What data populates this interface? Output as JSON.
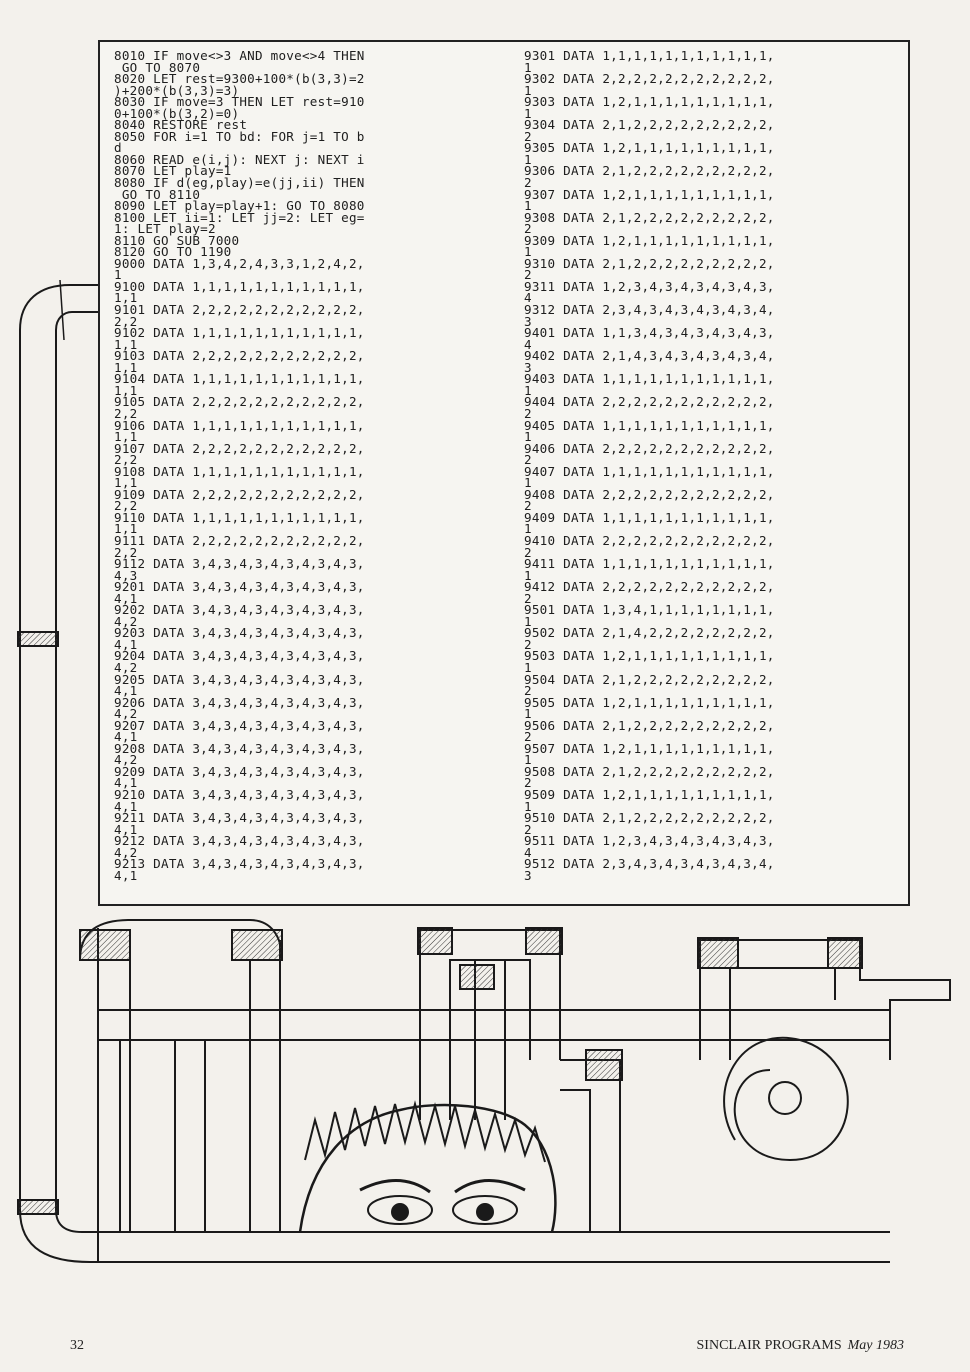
{
  "listing": {
    "left_column": [
      "8010 IF move<>3 AND move<>4 THEN",
      " GO TO 8070",
      "8020 LET rest=9300+100*(b(3,3)=2",
      ")+200*(b(3,3)=3)",
      "8030 IF move=3 THEN LET rest=910",
      "0+100*(b(3,2)=0)",
      "8040 RESTORE rest",
      "8050 FOR i=1 TO bd: FOR j=1 TO b",
      "d",
      "8060 READ e(i,j): NEXT j: NEXT i",
      "8070 LET play=1",
      "8080 IF d(eg,play)=e(jj,ii) THEN",
      " GO TO 8110",
      "8090 LET play=play+1: GO TO 8080",
      "8100 LET ii=1: LET jj=2: LET eg=",
      "1: LET play=2",
      "8110 GO SUB 7000",
      "8120 GO TO 1190",
      "9000 DATA 1,3,4,2,4,3,3,1,2,4,2,",
      "1",
      "9100 DATA 1,1,1,1,1,1,1,1,1,1,1,",
      "1,1",
      "9101 DATA 2,2,2,2,2,2,2,2,2,2,2,",
      "2,2",
      "9102 DATA 1,1,1,1,1,1,1,1,1,1,1,",
      "1,1",
      "9103 DATA 2,2,2,2,2,2,2,2,2,2,2,",
      "1,1",
      "9104 DATA 1,1,1,1,1,1,1,1,1,1,1,",
      "1,1",
      "9105 DATA 2,2,2,2,2,2,2,2,2,2,2,",
      "2,2",
      "9106 DATA 1,1,1,1,1,1,1,1,1,1,1,",
      "1,1",
      "9107 DATA 2,2,2,2,2,2,2,2,2,2,2,",
      "2,2",
      "9108 DATA 1,1,1,1,1,1,1,1,1,1,1,",
      "1,1",
      "9109 DATA 2,2,2,2,2,2,2,2,2,2,2,",
      "2,2",
      "9110 DATA 1,1,1,1,1,1,1,1,1,1,1,",
      "1,1",
      "9111 DATA 2,2,2,2,2,2,2,2,2,2,2,",
      "2,2",
      "9112 DATA 3,4,3,4,3,4,3,4,3,4,3,",
      "4,3",
      "9201 DATA 3,4,3,4,3,4,3,4,3,4,3,",
      "4,1",
      "9202 DATA 3,4,3,4,3,4,3,4,3,4,3,",
      "4,2",
      "9203 DATA 3,4,3,4,3,4,3,4,3,4,3,",
      "4,1",
      "9204 DATA 3,4,3,4,3,4,3,4,3,4,3,",
      "4,2",
      "9205 DATA 3,4,3,4,3,4,3,4,3,4,3,",
      "4,1",
      "9206 DATA 3,4,3,4,3,4,3,4,3,4,3,",
      "4,2",
      "9207 DATA 3,4,3,4,3,4,3,4,3,4,3,",
      "4,1",
      "9208 DATA 3,4,3,4,3,4,3,4,3,4,3,",
      "4,2",
      "9209 DATA 3,4,3,4,3,4,3,4,3,4,3,",
      "4,1",
      "9210 DATA 3,4,3,4,3,4,3,4,3,4,3,",
      "4,1",
      "9211 DATA 3,4,3,4,3,4,3,4,3,4,3,",
      "4,1",
      "9212 DATA 3,4,3,4,3,4,3,4,3,4,3,",
      "4,2",
      "9213 DATA 3,4,3,4,3,4,3,4,3,4,3,",
      "4,1"
    ],
    "right_column": [
      "9301 DATA 1,1,1,1,1,1,1,1,1,1,1,",
      "1",
      "9302 DATA 2,2,2,2,2,2,2,2,2,2,2,",
      "1",
      "9303 DATA 1,2,1,1,1,1,1,1,1,1,1,",
      "1",
      "9304 DATA 2,1,2,2,2,2,2,2,2,2,2,",
      "2",
      "9305 DATA 1,2,1,1,1,1,1,1,1,1,1,",
      "1",
      "9306 DATA 2,1,2,2,2,2,2,2,2,2,2,",
      "2",
      "9307 DATA 1,2,1,1,1,1,1,1,1,1,1,",
      "1",
      "9308 DATA 2,1,2,2,2,2,2,2,2,2,2,",
      "2",
      "9309 DATA 1,2,1,1,1,1,1,1,1,1,1,",
      "1",
      "9310 DATA 2,1,2,2,2,2,2,2,2,2,2,",
      "2",
      "9311 DATA 1,2,3,4,3,4,3,4,3,4,3,",
      "4",
      "9312 DATA 2,3,4,3,4,3,4,3,4,3,4,",
      "3",
      "9401 DATA 1,1,3,4,3,4,3,4,3,4,3,",
      "4",
      "9402 DATA 2,1,4,3,4,3,4,3,4,3,4,",
      "3",
      "9403 DATA 1,1,1,1,1,1,1,1,1,1,1,",
      "1",
      "9404 DATA 2,2,2,2,2,2,2,2,2,2,2,",
      "2",
      "9405 DATA 1,1,1,1,1,1,1,1,1,1,1,",
      "1",
      "9406 DATA 2,2,2,2,2,2,2,2,2,2,2,",
      "2",
      "9407 DATA 1,1,1,1,1,1,1,1,1,1,1,",
      "1",
      "9408 DATA 2,2,2,2,2,2,2,2,2,2,2,",
      "2",
      "9409 DATA 1,1,1,1,1,1,1,1,1,1,1,",
      "1",
      "9410 DATA 2,2,2,2,2,2,2,2,2,2,2,",
      "2",
      "9411 DATA 1,1,1,1,1,1,1,1,1,1,1,",
      "1",
      "9412 DATA 2,2,2,2,2,2,2,2,2,2,2,",
      "2",
      "9501 DATA 1,3,4,1,1,1,1,1,1,1,1,",
      "1",
      "9502 DATA 2,1,4,2,2,2,2,2,2,2,2,",
      "2",
      "9503 DATA 1,2,1,1,1,1,1,1,1,1,1,",
      "1",
      "9504 DATA 2,1,2,2,2,2,2,2,2,2,2,",
      "2",
      "9505 DATA 1,2,1,1,1,1,1,1,1,1,1,",
      "1",
      "9506 DATA 2,1,2,2,2,2,2,2,2,2,2,",
      "2",
      "9507 DATA 1,2,1,1,1,1,1,1,1,1,1,",
      "1",
      "9508 DATA 2,1,2,2,2,2,2,2,2,2,2,",
      "2",
      "9509 DATA 1,2,1,1,1,1,1,1,1,1,1,",
      "1",
      "9510 DATA 2,1,2,2,2,2,2,2,2,2,2,",
      "2",
      "9511 DATA 1,2,3,4,3,4,3,4,3,4,3,",
      "4",
      "9512 DATA 2,3,4,3,4,3,4,3,4,3,4,",
      "3"
    ]
  },
  "footer": {
    "page_number": "32",
    "publication": "SINCLAIR PROGRAMS",
    "issue_date": "May 1983"
  },
  "illustration": {
    "subject": "cartoon-pipes-and-peeking-face",
    "ink_color": "#1a1a1a"
  }
}
